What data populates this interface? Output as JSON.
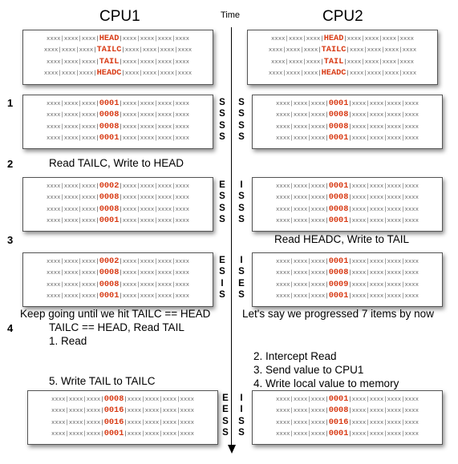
{
  "headers": {
    "cpu1": "CPU1",
    "cpu2": "CPU2",
    "time": "Time"
  },
  "steps": [
    "1",
    "2",
    "3",
    "4"
  ],
  "filler": "xxxx|xxxx|xxxx",
  "initial_labels": [
    "HEAD",
    "TAILC",
    "TAIL",
    "HEADC"
  ],
  "boxes": [
    {
      "cpu1": [
        "HEAD",
        "TAILC",
        "TAIL",
        "HEADC"
      ],
      "cpu2": [
        "HEAD",
        "TAILC",
        "TAIL",
        "HEADC"
      ],
      "s1": [],
      "s2": []
    },
    {
      "cpu1": [
        "0001",
        "0008",
        "0008",
        "0001"
      ],
      "cpu2": [
        "0001",
        "0008",
        "0008",
        "0001"
      ],
      "s1": [
        "S",
        "S",
        "S",
        "S"
      ],
      "s2": [
        "S",
        "S",
        "S",
        "S"
      ]
    },
    {
      "cpu1": [
        "0002",
        "0008",
        "0008",
        "0001"
      ],
      "cpu2": [
        "0001",
        "0008",
        "0008",
        "0001"
      ],
      "s1": [
        "E",
        "S",
        "S",
        "S"
      ],
      "s2": [
        "I",
        "S",
        "S",
        "S"
      ]
    },
    {
      "cpu1": [
        "0002",
        "0008",
        "0008",
        "0001"
      ],
      "cpu2": [
        "0001",
        "0008",
        "0009",
        "0001"
      ],
      "s1": [
        "E",
        "S",
        "I",
        "S"
      ],
      "s2": [
        "I",
        "S",
        "E",
        "S"
      ]
    },
    {
      "cpu1": [
        "0008",
        "0016",
        "0016",
        "0001"
      ],
      "cpu2": [
        "0001",
        "0008",
        "0016",
        "0001"
      ],
      "s1": [
        "E",
        "E",
        "S",
        "S"
      ],
      "s2": [
        "I",
        "I",
        "S",
        "S"
      ]
    }
  ],
  "notes": {
    "read_tailc_write_head": "Read TAILC, Write to HEAD",
    "read_headc_write_tail": "Read HEADC, Write to TAIL",
    "keep_going": "Keep going until we hit TAILC == HEAD",
    "progressed": "Let's say we progressed 7 items by now",
    "tailc_eq_head": "TAILC == HEAD, Read TAIL",
    "read": "1. Read",
    "intercept": "2. Intercept  Read",
    "send_value": "3. Send value to CPU1",
    "write_local": "4. Write local value to memory",
    "write_tail": "5. Write TAIL to TAILC"
  }
}
